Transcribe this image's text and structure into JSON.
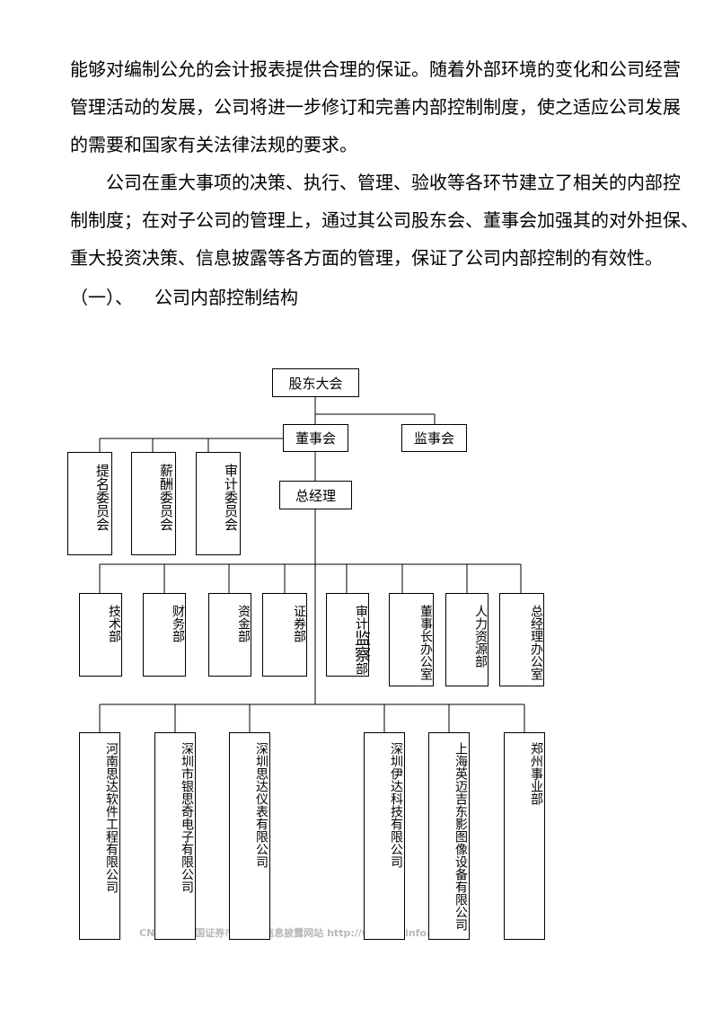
{
  "paragraphs": {
    "p1": {
      "line1": "能够对编制公允的会计报表提供合理的保证。随着外部环境的变化和公司经营",
      "line2": "管理活动的发展，公司将进一步修订和完善内部控制制度，使之适应公司发展",
      "line3": "的需要和国家有关法律法规的要求。"
    },
    "p2": {
      "line1": "　　公司在重大事项的决策、执行、管理、验收等各环节建立了相关的内部控",
      "line2": "制制度；在对子公司的管理上，通过其公司股东会、董事会加强其的对外担保、",
      "line3": "重大投资决策、信息披露等各方面的管理，保证了公司内部控制的有效性。"
    }
  },
  "section": {
    "number": "（一）、",
    "title": "公司内部控制结构"
  },
  "org": {
    "shareholders": "股东大会",
    "board": "董事会",
    "supervisory": "监事会",
    "general_manager": "总经理",
    "committees": {
      "nomination": "提名委员会",
      "remuneration": "薪酬委员会",
      "audit": "审计委员会"
    },
    "departments": {
      "tech": "技术部",
      "finance": "财务部",
      "funds": "资金部",
      "securities": "证券部",
      "audit_prefix": "审计",
      "audit_big": "监察",
      "audit_suffix": "部",
      "chairman_office": "董事长办公室",
      "hr": "人力资源部",
      "gm_office": "总经理办公室"
    },
    "subsidiaries": {
      "henan": "河南思达软件工程有限公司",
      "yinsiqi": "深圳市银思奇电子有限公司",
      "yibiao": "深圳思达仪表有限公司",
      "yida": "深圳伊达科技有限公司",
      "yingmai": "上海英迈吉东影图像设备有限公司",
      "zhengzhou": "郑州事业部"
    }
  },
  "watermark": "CNINFO 中国证券市场指定信息披露网站 http://www.cninfo.com.cn"
}
